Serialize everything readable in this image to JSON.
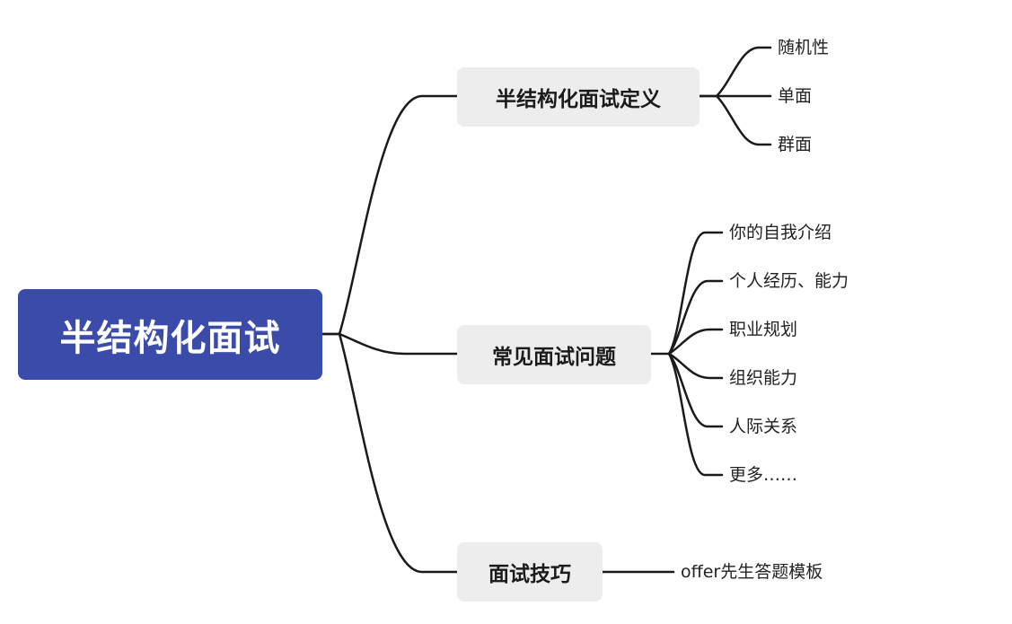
{
  "root": {
    "label": "半结构化面试"
  },
  "branches": [
    {
      "label": "半结构化面试定义",
      "children": [
        "随机性",
        "单面",
        "群面"
      ]
    },
    {
      "label": "常见面试问题",
      "children": [
        "你的自我介绍",
        "个人经历、能力",
        "职业规划",
        "组织能力",
        "人际关系",
        "更多……"
      ]
    },
    {
      "label": "面试技巧",
      "children": [
        "offer先生答题模板"
      ]
    }
  ],
  "colors": {
    "root_bg": "#3b4baa",
    "branch_bg": "#ededed",
    "line": "#1a1a1a"
  }
}
